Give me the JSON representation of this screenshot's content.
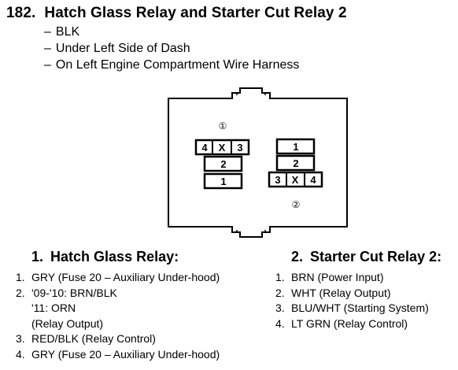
{
  "title": {
    "number": "182.",
    "text": "Hatch Glass Relay and Starter Cut Relay 2"
  },
  "notes": [
    {
      "dash": "–",
      "text": "BLK"
    },
    {
      "dash": "–",
      "text": "Under Left Side of Dash"
    },
    {
      "dash": "–",
      "text": "On Left Engine Compartment Wire Harness"
    }
  ],
  "diagram": {
    "relay1": {
      "circled": "①",
      "pins": {
        "p4": "4",
        "px": "X",
        "p3": "3",
        "p2": "2",
        "p1": "1"
      }
    },
    "relay2": {
      "circled": "②",
      "pins": {
        "p1": "1",
        "p2": "2",
        "p3": "3",
        "px": "X",
        "p4": "4"
      }
    }
  },
  "relay1": {
    "heading_num": "1.",
    "heading": "Hatch Glass Relay:",
    "items": [
      {
        "n": "1.",
        "lines": [
          "GRY (Fuse 20 – Auxiliary Under-hood)"
        ]
      },
      {
        "n": "2.",
        "lines": [
          "'09-'10: BRN/BLK",
          "'11: ORN",
          "(Relay Output)"
        ]
      },
      {
        "n": "3.",
        "lines": [
          "RED/BLK (Relay Control)"
        ]
      },
      {
        "n": "4.",
        "lines": [
          "GRY (Fuse 20 – Auxiliary Under-hood)"
        ]
      }
    ]
  },
  "relay2": {
    "heading_num": "2.",
    "heading": "Starter Cut Relay 2:",
    "items": [
      {
        "n": "1.",
        "lines": [
          "BRN (Power Input)"
        ]
      },
      {
        "n": "2.",
        "lines": [
          "WHT (Relay Output)"
        ]
      },
      {
        "n": "3.",
        "lines": [
          "BLU/WHT (Starting System)"
        ]
      },
      {
        "n": "4.",
        "lines": [
          "LT GRN (Relay Control)"
        ]
      }
    ]
  }
}
